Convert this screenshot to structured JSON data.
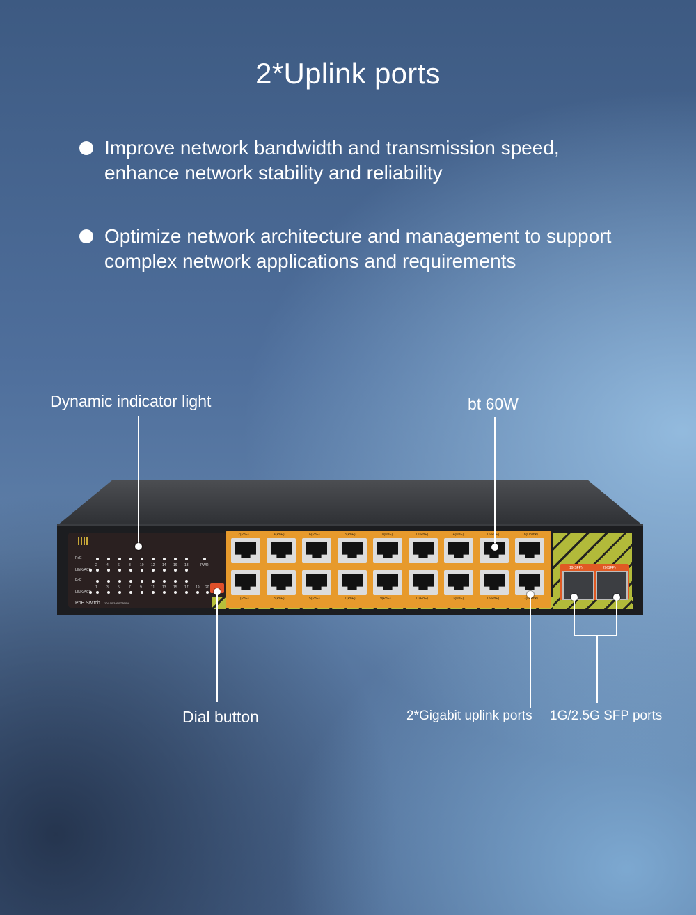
{
  "title": "2*Uplink ports",
  "bullets": [
    {
      "line1": "Improve network bandwidth and transmission speed,",
      "line2": "enhance network stability and reliability"
    },
    {
      "line1": "Optimize network architecture and management to support",
      "line2": "complex network applications and requirements"
    }
  ],
  "callouts": {
    "indicator": "Dynamic indicator light",
    "bt": "bt 60W",
    "dial": "Dial button",
    "uplink": "2*Gigabit uplink ports",
    "sfp": "1G/2.5G SFP ports"
  },
  "panel": {
    "poe": "PoE",
    "link_act": "LINK/ACT",
    "pwr": "PWR",
    "product": "PoE Switch",
    "speed": "10/100/1000/2500M",
    "top_numbers": [
      "2",
      "4",
      "6",
      "8",
      "10",
      "12",
      "14",
      "16",
      "18"
    ],
    "bottom_numbers": [
      "1",
      "3",
      "5",
      "7",
      "9",
      "11",
      "13",
      "15",
      "17",
      "19",
      "20"
    ]
  },
  "ports": {
    "top_labels": [
      "2(PoE)",
      "4(PoE)",
      "6(PoE)",
      "8(PoE)",
      "10(PoE)",
      "12(PoE)",
      "14(PoE)",
      "16(PoE)",
      "18(Uplink)"
    ],
    "bottom_labels": [
      "1(PoE)",
      "3(PoE)",
      "5(PoE)",
      "7(PoE)",
      "9(PoE)",
      "11(PoE)",
      "13(PoE)",
      "15(PoE)",
      "17(Uplink)"
    ],
    "sfp_labels": [
      "19(SFP)",
      "20(SFP)"
    ]
  }
}
